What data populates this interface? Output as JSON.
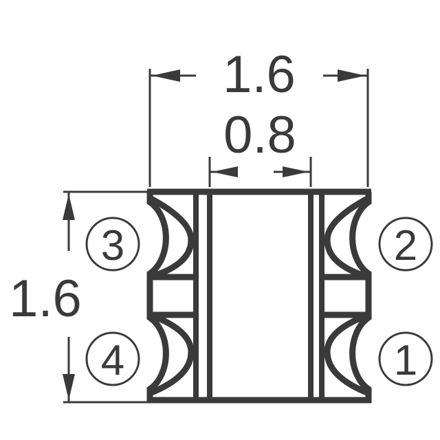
{
  "dimensions": {
    "overall_width": "1.6",
    "inner_width": "0.8",
    "overall_height": "1.6"
  },
  "pins": {
    "top_left": "3",
    "top_right": "2",
    "bottom_left": "4",
    "bottom_right": "1"
  },
  "colors": {
    "stroke": "#3a3a3a",
    "background": "#ffffff"
  }
}
